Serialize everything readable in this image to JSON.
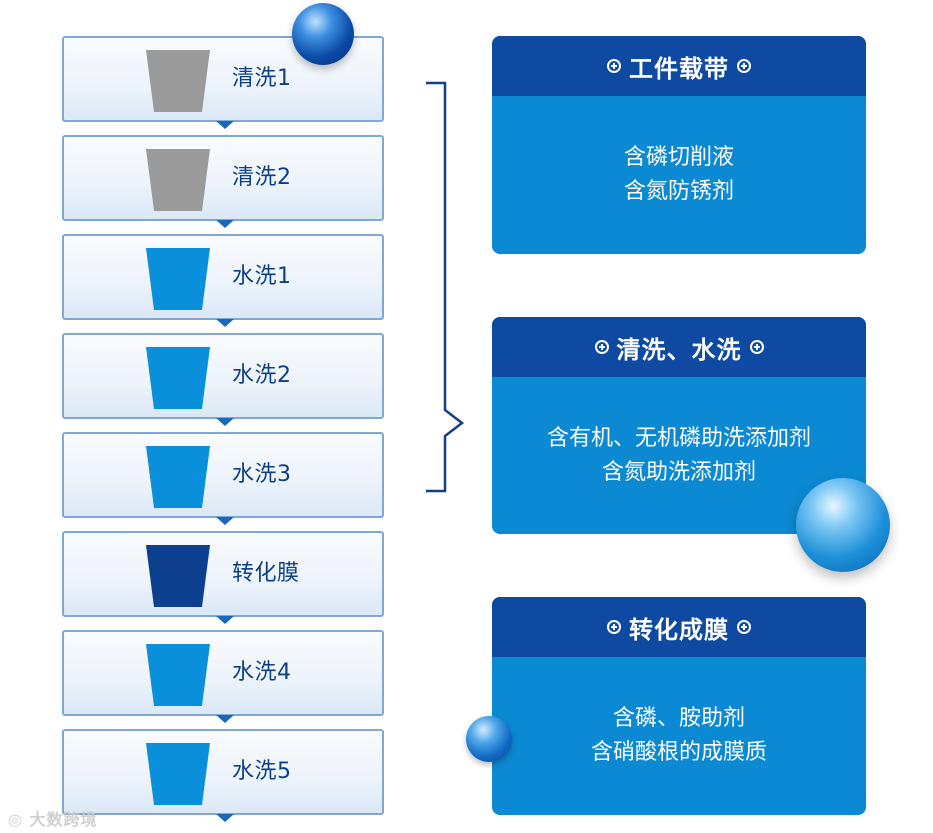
{
  "steps": [
    {
      "label": "清洗1",
      "cup_color": "#9a9a9a"
    },
    {
      "label": "清洗2",
      "cup_color": "#9a9a9a"
    },
    {
      "label": "水洗1",
      "cup_color": "#0a8fdb"
    },
    {
      "label": "水洗2",
      "cup_color": "#0a8fdb"
    },
    {
      "label": "水洗3",
      "cup_color": "#0a8fdb"
    },
    {
      "label": "转化膜",
      "cup_color": "#0d3f8f"
    },
    {
      "label": "水洗4",
      "cup_color": "#0a8fdb"
    },
    {
      "label": "水洗5",
      "cup_color": "#0a8fdb"
    }
  ],
  "cards": [
    {
      "title": "工件载带",
      "lines": [
        "含磷切削液",
        "含氮防锈剂"
      ]
    },
    {
      "title": "清洗、水洗",
      "lines": [
        "含有机、无机磷助洗添加剂",
        "含氮助洗添加剂"
      ]
    },
    {
      "title": "转化成膜",
      "lines": [
        "含磷、胺助剂",
        "含硝酸根的成膜质"
      ]
    }
  ],
  "watermark": "大数跨境",
  "colors": {
    "card_header": "#0e4aa1",
    "card_body": "#0b89d2",
    "step_border": "#7fa9d3",
    "step_text": "#0b3f86",
    "bracket": "#123f87"
  }
}
